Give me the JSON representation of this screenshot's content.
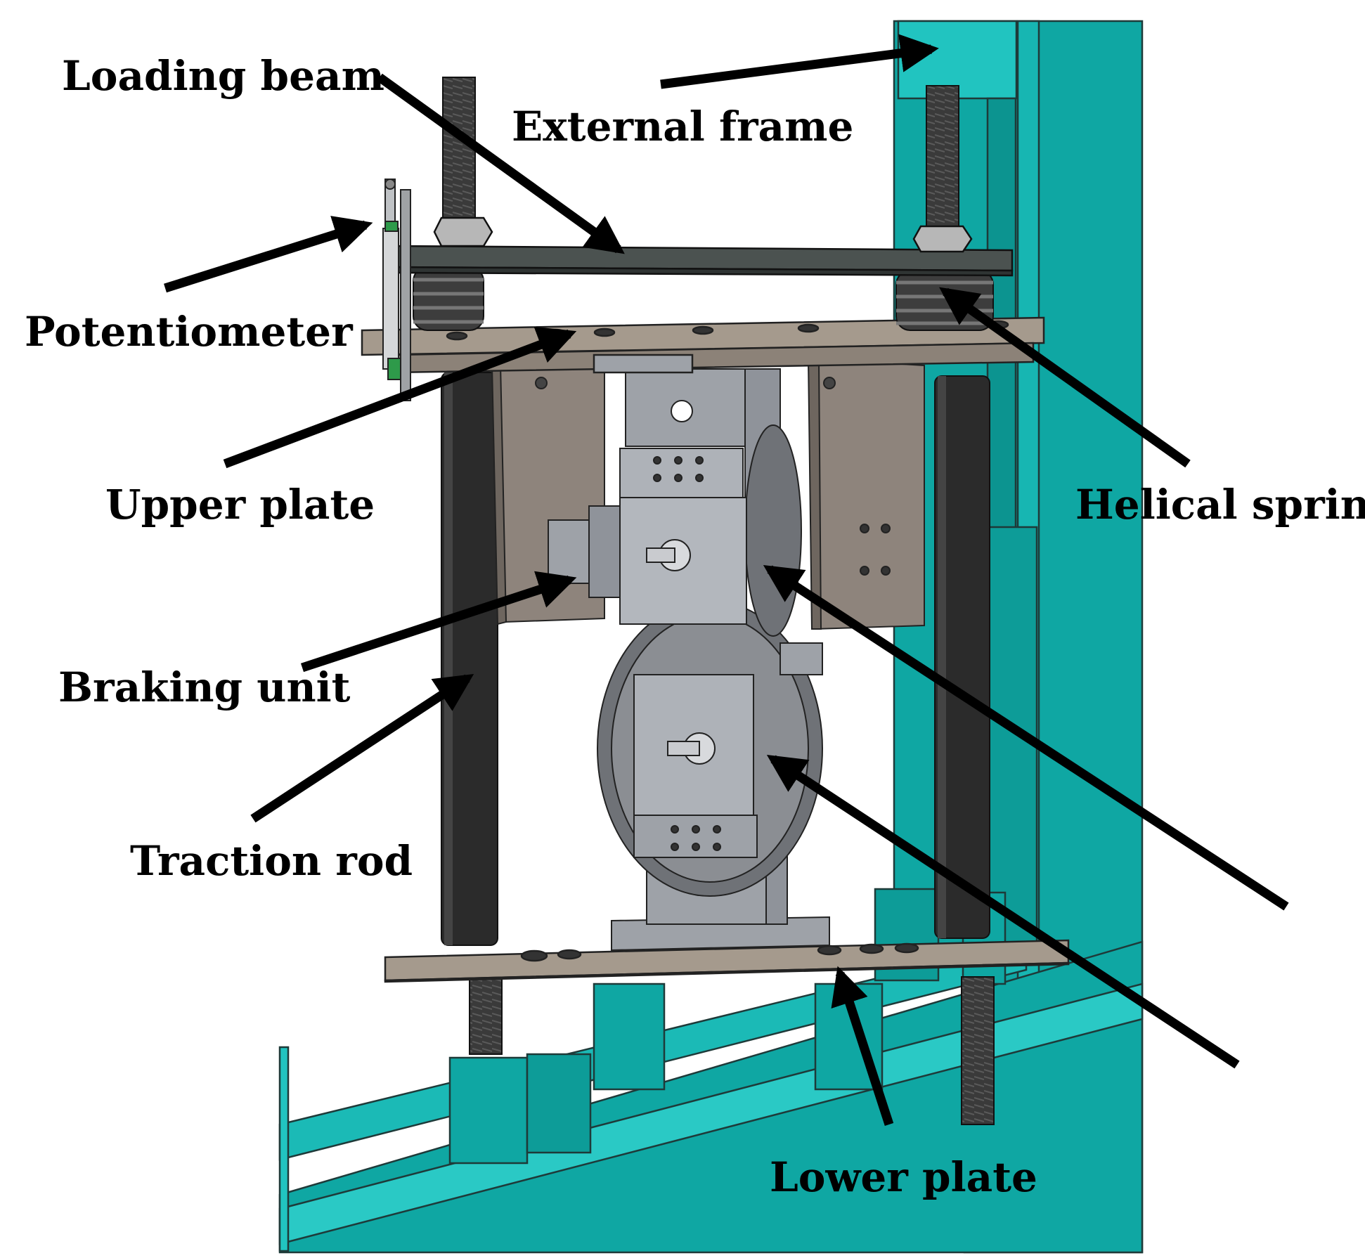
{
  "labels": {
    "loading_beam": "Loading beam",
    "external_frame": "External frame",
    "potentiometer": "Potentiometer",
    "upper_plate": "Upper plate",
    "helical_spring": "Helical spring",
    "braking_unit": "Braking unit",
    "traction_rod": "Traction rod",
    "lower_plate": "Lower plate"
  },
  "colors": {
    "frame_teal": "#0fa7a3",
    "frame_teal_light": "#21c4c0",
    "plate_gray": "#a59a8d",
    "beam_dark": "#4b5250",
    "rod_black": "#2b2b2b",
    "unit_gray": "#9ea2a8",
    "bracket_gray": "#8e847c",
    "disc_gray": "#6f7277",
    "arrow_black": "#000000"
  }
}
